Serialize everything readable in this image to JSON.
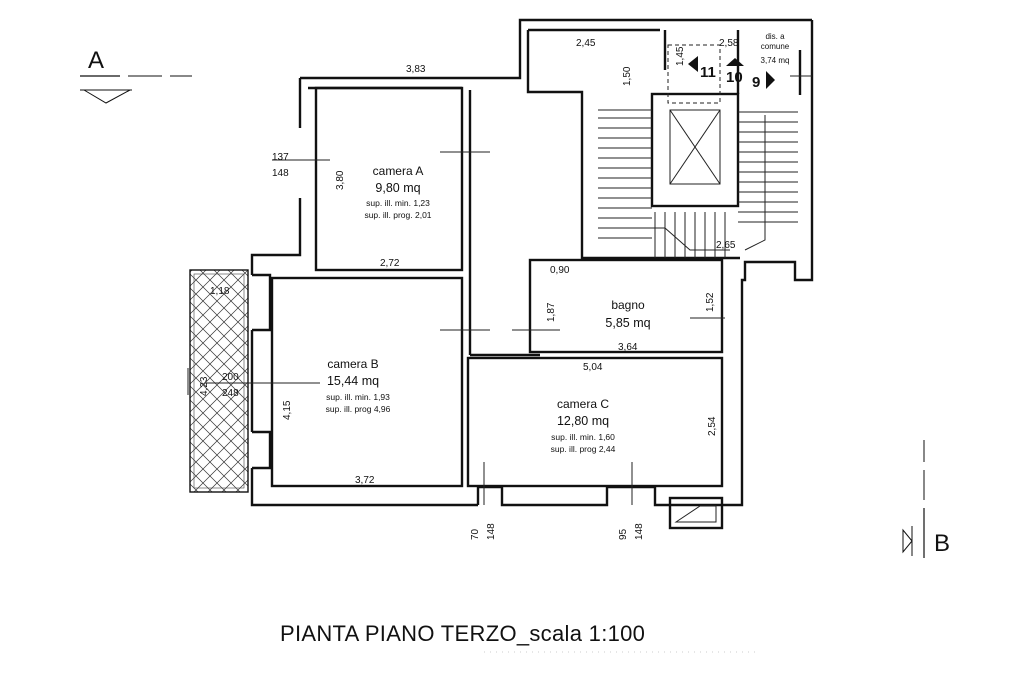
{
  "drawing": {
    "title": "PIANTA PIANO TERZO_scala 1:100",
    "section_a": "A",
    "section_b": "B"
  },
  "rooms": {
    "camera_a": {
      "name": "camera A",
      "area": "9,80 mq",
      "ill_min": "sup. ill. min. 1,23",
      "ill_prog": "sup. ill. prog. 2,01"
    },
    "camera_b": {
      "name": "camera B",
      "area": "15,44 mq",
      "ill_min": "sup. ill. min. 1,93",
      "ill_prog": "sup. ill. prog  4,96"
    },
    "camera_c": {
      "name": "camera C",
      "area": "12,80 mq",
      "ill_min": "sup. ill. min. 1,60",
      "ill_prog": "sup. ill. prog 2,44"
    },
    "bagno": {
      "name": "bagno",
      "area": "5,85 mq"
    },
    "disimpegno": {
      "line1": "dis. a",
      "line2": "comune",
      "area": "3,74 mq"
    }
  },
  "dimensions": {
    "d_383": "3,83",
    "d_245": "2,45",
    "d_258": "2,58",
    "d_150": "1,50",
    "d_145": "1,45",
    "d_380": "3,80",
    "d_272": "2,72",
    "d_265": "2,65",
    "d_090": "0,90",
    "d_187": "1,87",
    "d_152": "1,52",
    "d_364": "3,64",
    "d_504": "5,04",
    "d_254": "2,54",
    "d_415": "4,15",
    "d_372": "3,72",
    "d_423": "4,23",
    "d_118": "1,18",
    "w_137": "137",
    "w_148a": "148",
    "w_200": "200",
    "w_248": "248",
    "w_70": "70",
    "w_148b": "148",
    "w_95": "95",
    "w_148c": "148"
  },
  "stairs": {
    "step_11": "11",
    "step_10": "10",
    "step_9": "9"
  }
}
